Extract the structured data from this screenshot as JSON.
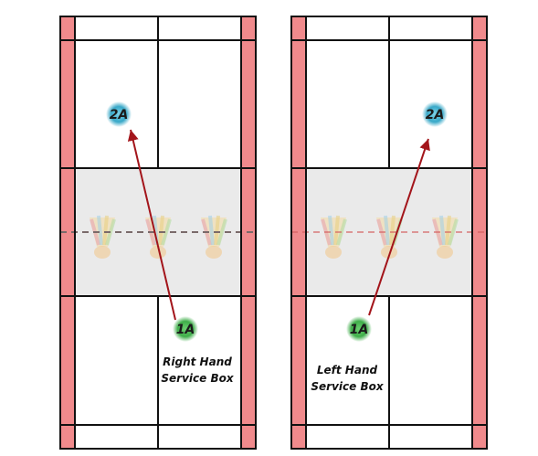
{
  "courts": [
    {
      "id": "left-court",
      "server_label": "1A",
      "receiver_label": "2A",
      "service_box_label_line1": "Right Hand",
      "service_box_label_line2": "Service Box"
    },
    {
      "id": "right-court",
      "server_label": "1A",
      "receiver_label": "2A",
      "service_box_label_line1": "Left Hand",
      "service_box_label_line2": "Service Box"
    }
  ],
  "colors": {
    "alley": "#f08a8c",
    "server_marker": "#3fae4a",
    "receiver_marker": "#38a8c8",
    "arrow": "#a3151b",
    "net_zone": "#e8e8e8"
  },
  "icons": [
    "shuttlecock-watermark-icon"
  ]
}
